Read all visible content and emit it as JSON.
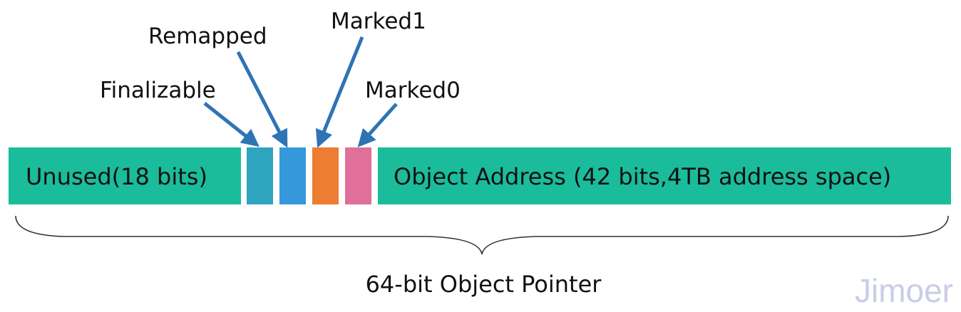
{
  "segments": {
    "unused": {
      "label": "Unused(18 bits)",
      "color": "#1abc9c"
    },
    "finalizable": {
      "color": "#2ea4bf"
    },
    "remapped": {
      "color": "#3498db"
    },
    "marked1": {
      "color": "#ed7d31"
    },
    "marked0": {
      "color": "#e06f99"
    },
    "address": {
      "label": "Object Address (42 bits,4TB address space)",
      "color": "#1abc9c"
    }
  },
  "labels": {
    "finalizable": "Finalizable",
    "remapped": "Remapped",
    "marked1": "Marked1",
    "marked0": "Marked0"
  },
  "arrow_color": "#2e74b5",
  "caption": "64-bit Object Pointer",
  "watermark": "Jimoer"
}
